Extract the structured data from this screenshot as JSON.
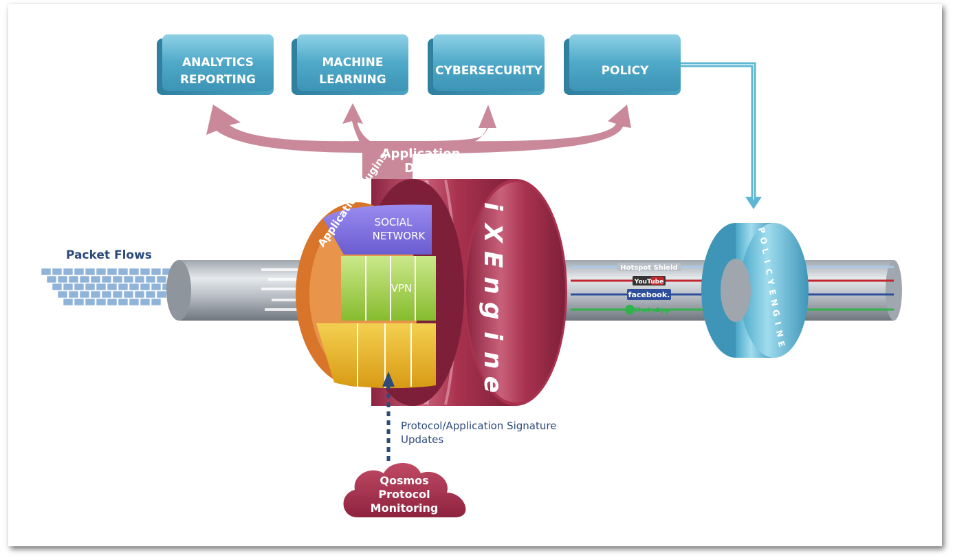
{
  "top_boxes": [
    {
      "line1": "ANALYTICS",
      "line2": "REPORTING"
    },
    {
      "line1": "MACHINE",
      "line2": "LEARNING"
    },
    {
      "line1": "",
      "line2": "CYBERSECURITY"
    },
    {
      "line1": "",
      "line2": "POLICY"
    }
  ],
  "application_data": {
    "line1": "Application",
    "line2": "Data"
  },
  "packet_flows": "Packet Flows",
  "plugins": {
    "ring_label": "Application Plugins",
    "social": {
      "line1": "SOCIAL",
      "line2": "NETWORK"
    },
    "vpn": "VPN"
  },
  "ixengine_letters": [
    "i",
    "X",
    "E",
    "n",
    "g",
    "i",
    "n",
    "e"
  ],
  "app_streams": [
    {
      "label": "Hotspot Shield",
      "color": "#a9c9e8"
    },
    {
      "label": "YouTube",
      "color": "#c0262c"
    },
    {
      "label": "facebook.",
      "color": "#2f4f9c"
    },
    {
      "label": "WhatsApp",
      "color": "#2fb34a"
    }
  ],
  "policy_engine_letters": [
    "P",
    "O",
    "L",
    "I",
    "C",
    "Y",
    "E",
    "N",
    "G",
    "I",
    "N",
    "E"
  ],
  "signature_updates": {
    "line1": "Protocol/Application Signature",
    "line2": "Updates"
  },
  "cloud": {
    "line1": "Qosmos",
    "line2": "Protocol",
    "line3": "Monitoring"
  },
  "colors": {
    "box_blue": "#5fb6d2",
    "arrow_pink": "#c9899a",
    "engine_crimson": "#a8324e",
    "policy_blue": "#6cc3dc",
    "navy_text": "#2d4a7a"
  }
}
